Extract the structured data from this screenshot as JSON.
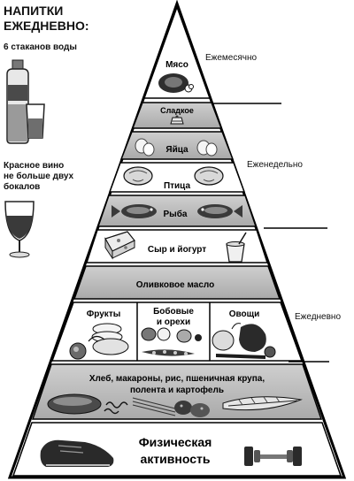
{
  "title": {
    "line1": "НАПИТКИ",
    "line2": "ЕЖЕДНЕВНО:"
  },
  "drinks": {
    "water": "6 стаканов воды",
    "wine": "Красное вино не больше двух бокалов"
  },
  "frequency": {
    "monthly": "Ежемесячно",
    "weekly": "Еженедельно",
    "daily": "Ежедневно"
  },
  "pyramid": {
    "meat": "Мясо",
    "sweets": "Сладкое",
    "eggs": "Яйца",
    "poultry": "Птица",
    "fish": "Рыба",
    "cheese": "Сыр и йогурт",
    "olive_oil": "Оливковое масло",
    "fruits": "Фрукты",
    "legumes_1": "Бобовые",
    "legumes_2": "и орехи",
    "vegetables": "Овощи",
    "grains_1": "Хлеб, макароны, рис, пшеничная крупа,",
    "grains_2": "полента и картофель",
    "activity_1": "Физическая",
    "activity_2": "активность"
  }
}
